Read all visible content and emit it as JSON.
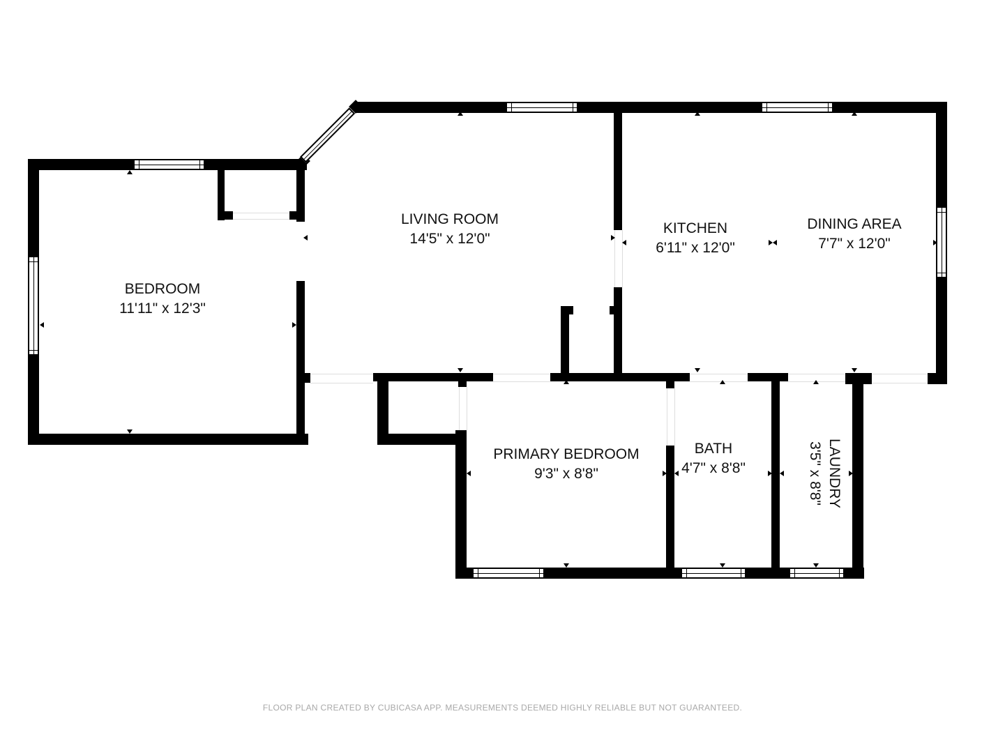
{
  "plan": {
    "rooms": [
      {
        "name": "BEDROOM",
        "dims": "11'11\" x 12'3\""
      },
      {
        "name": "LIVING ROOM",
        "dims": "14'5\" x 12'0\""
      },
      {
        "name": "KITCHEN",
        "dims": "6'11\" x 12'0\""
      },
      {
        "name": "DINING AREA",
        "dims": "7'7\" x 12'0\""
      },
      {
        "name": "PRIMARY BEDROOM",
        "dims": "9'3\" x 8'8\""
      },
      {
        "name": "BATH",
        "dims": "4'7\" x 8'8\""
      },
      {
        "name": "LAUNDRY",
        "dims": "3'5\" x 8'8\""
      }
    ],
    "colors": {
      "wall": "#000000",
      "background": "#ffffff",
      "footer_text": "#a8a8a8"
    }
  },
  "footer": {
    "disclaimer": "FLOOR PLAN CREATED BY CUBICASA APP. MEASUREMENTS DEEMED HIGHLY RELIABLE BUT NOT GUARANTEED."
  }
}
